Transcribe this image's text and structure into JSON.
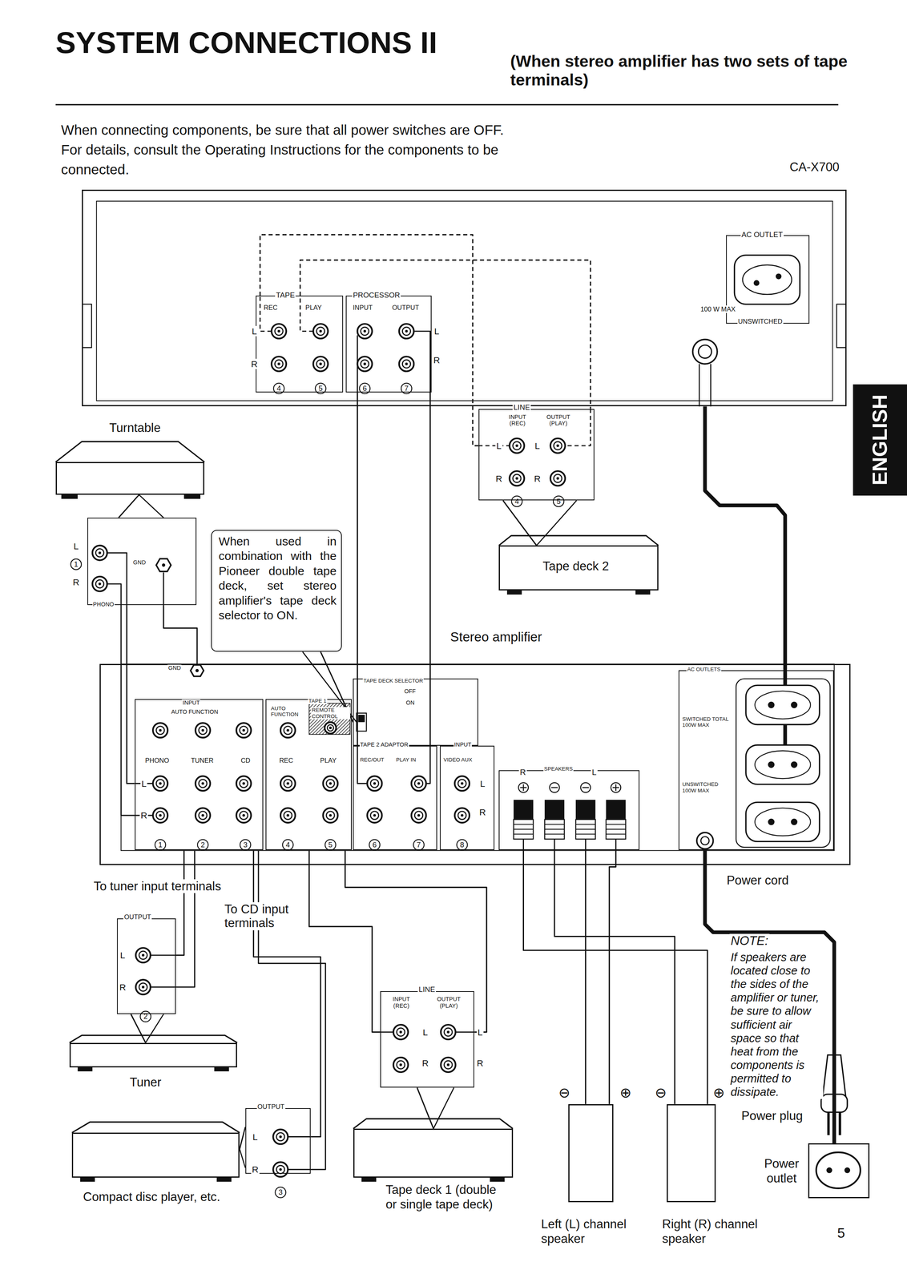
{
  "diagram": {
    "title": "SYSTEM CONNECTIONS II",
    "nodes": [
      {
        "text": [
          "CA-X700"
        ]
      },
      {
        "text": [
          "TAPE",
          "REC",
          "PLAY"
        ],
        "in": 0
      },
      {
        "text": [
          "PROCESSOR",
          "INPUT",
          "OUTPUT"
        ],
        "in": 0
      },
      {
        "text": [
          "AC OUTLET",
          "100 W MAX",
          "UNSWITCHED"
        ],
        "in": 0
      },
      {
        "text": [
          "Turntable"
        ]
      },
      {
        "text": [
          "GND",
          "PHONO"
        ]
      },
      {
        "text": [
          "Tape deck 2"
        ]
      },
      {
        "text": [
          "LINE",
          "INPUT (REC)",
          "OUTPUT (PLAY)"
        ]
      },
      {
        "text": [
          "When used in combination with the Pioneer double tape deck, set stereo amplifier's tape deck selector to ON."
        ]
      },
      {
        "text": [
          "Stereo amplifier"
        ]
      },
      {
        "text": [
          "INPUT",
          "AUTO FUNCTION",
          "PHONO",
          "TUNER",
          "CD"
        ],
        "in": 9
      },
      {
        "text": [
          "TAPE 1",
          "AUTO FUNCTION",
          "REMOTE CONTROL",
          "REC",
          "PLAY"
        ],
        "in": 9
      },
      {
        "text": [
          "TAPE DECK SELECTOR",
          "OFF",
          "ON"
        ],
        "in": 9
      },
      {
        "text": [
          "TAPE 2 ADAPTOR",
          "REC/OUT",
          "PLAY IN"
        ],
        "in": 9
      },
      {
        "text": [
          "INPUT",
          "VIDEO AUX"
        ],
        "in": 9
      },
      {
        "text": [
          "SPEAKERS",
          "R",
          "L"
        ],
        "in": 9
      },
      {
        "text": [
          "AC OUTLETS",
          "SWITCHED TOTAL 100W MAX",
          "UNSWITCHED 100W MAX"
        ],
        "in": 9
      },
      {
        "text": [
          "OUTPUT"
        ]
      },
      {
        "text": [
          "Tuner"
        ]
      },
      {
        "text": [
          "OUTPUT"
        ]
      },
      {
        "text": [
          "Compact disc player, etc."
        ]
      },
      {
        "text": [
          "LINE",
          "INPUT (REC)",
          "OUTPUT (PLAY)"
        ]
      },
      {
        "text": [
          "Tape deck 1 (double or single tape deck)"
        ]
      },
      {
        "text": [
          "Left (L) channel speaker"
        ]
      },
      {
        "text": [
          "Right (R) channel speaker"
        ]
      },
      {
        "text": [
          "Power outlet"
        ]
      }
    ],
    "edges": [
      {
        "from": 13,
        "to": 2,
        "arrow": "none"
      },
      {
        "from": 2,
        "to": 13,
        "arrow": "none"
      },
      {
        "from": 1,
        "to": 7,
        "arrow": "none"
      },
      {
        "from": 1,
        "to": 7,
        "arrow": "none"
      },
      {
        "from": 7,
        "to": 6,
        "arrow": "none"
      },
      {
        "from": 5,
        "to": 4,
        "arrow": "none"
      },
      {
        "from": 5,
        "to": 10,
        "arrow": "none"
      },
      {
        "from": 5,
        "to": 9,
        "arrow": "none"
      },
      {
        "from": 8,
        "to": 12,
        "arrow": "none"
      },
      {
        "from": 17,
        "to": 10,
        "arrow": "none"
      },
      {
        "from": 17,
        "to": 18,
        "arrow": "none"
      },
      {
        "from": 19,
        "to": 10,
        "arrow": "none"
      },
      {
        "from": 19,
        "to": 20,
        "arrow": "none"
      },
      {
        "from": 11,
        "to": 21,
        "arrow": "none"
      },
      {
        "from": 11,
        "to": 21,
        "arrow": "none"
      },
      {
        "from": 21,
        "to": 22,
        "arrow": "none"
      },
      {
        "from": 15,
        "to": 23,
        "arrow": "none"
      },
      {
        "from": 15,
        "to": 23,
        "arrow": "none"
      },
      {
        "from": 15,
        "to": 24,
        "arrow": "none"
      },
      {
        "from": 15,
        "to": 24,
        "arrow": "none"
      },
      {
        "from": 0,
        "to": 16,
        "arrow": "none"
      },
      {
        "from": 16,
        "to": 25,
        "arrow": "none"
      }
    ],
    "labels": [
      "(When stereo amplifier has two sets of tape terminals)",
      "When connecting components, be sure that all power switches are OFF. For details, consult the Operating Instructions for the components to be connected.",
      "ENGLISH",
      "L",
      "R",
      "4",
      "5",
      "6",
      "7",
      "L",
      "R",
      "L",
      "L",
      "R",
      "R",
      "4",
      "5",
      "L",
      "1",
      "R",
      "GND",
      "L",
      "R",
      "1",
      "2",
      "3",
      "4",
      "5",
      "6",
      "7",
      "8",
      "L",
      "R",
      "To tuner input terminals",
      "To CD input terminals",
      "Power cord",
      "L",
      "R",
      "2",
      "L",
      "R",
      "3",
      "L",
      "R",
      "L",
      "R",
      "⊖",
      "⊕",
      "⊖",
      "⊕",
      "NOTE:",
      "If speakers are located close to the sides of the amplifier or tuner, be sure to allow sufficient air space so that heat from the components is permitted to dissipate.",
      "Power plug",
      "5"
    ]
  }
}
